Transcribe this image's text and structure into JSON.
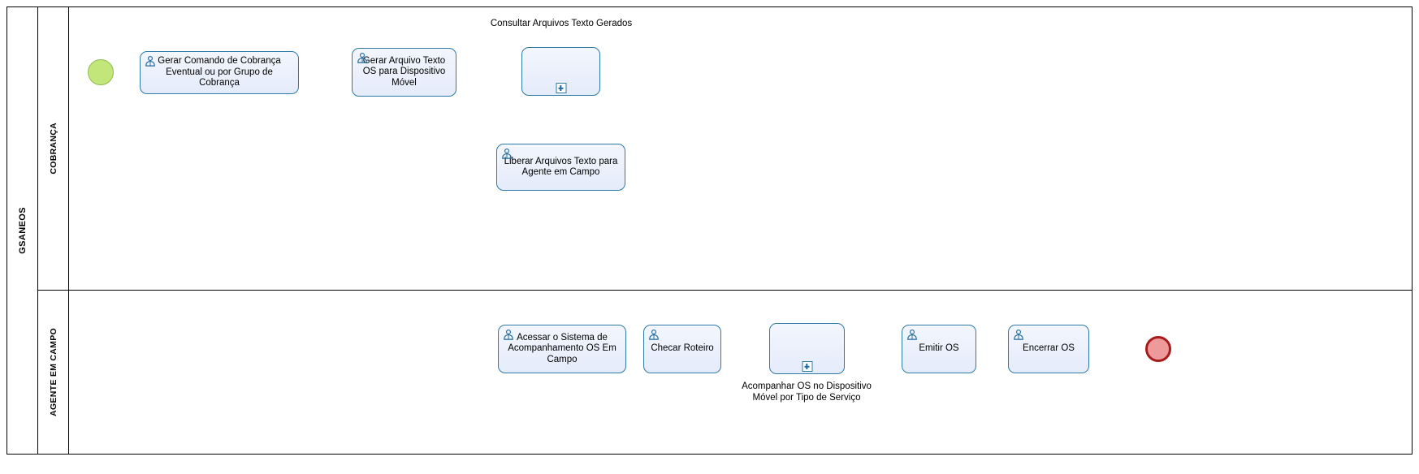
{
  "diagram": {
    "type": "bpmn-process",
    "pool": {
      "name": "GSANEOS"
    },
    "lanes": [
      {
        "id": "cobranca",
        "name": "COBRANÇA"
      },
      {
        "id": "agente",
        "name": "AGENTE EM CAMPO"
      }
    ],
    "events": [
      {
        "id": "start",
        "kind": "start-event",
        "lane": "cobranca"
      },
      {
        "id": "end",
        "kind": "end-event",
        "lane": "agente"
      }
    ],
    "tasks": [
      {
        "id": "t1",
        "lane": "cobranca",
        "kind": "user-task",
        "label": "Gerar Comando de Cobrança\nEventual ou por Grupo de Cobrança"
      },
      {
        "id": "t2",
        "lane": "cobranca",
        "kind": "user-task",
        "label": "Gerar Arquivo Texto\nOS para Dispositivo\nMóvel"
      },
      {
        "id": "t3",
        "lane": "cobranca",
        "kind": "collapsed-subprocess",
        "label": "",
        "external_label": "Consultar Arquivos Texto Gerados"
      },
      {
        "id": "t4",
        "lane": "cobranca",
        "kind": "user-task",
        "label": "Liberar Arquivos Texto para\nAgente em Campo"
      },
      {
        "id": "t5",
        "lane": "agente",
        "kind": "user-task",
        "label": "Acessar o Sistema de\nAcompanhamento OS Em\nCampo"
      },
      {
        "id": "t6",
        "lane": "agente",
        "kind": "user-task",
        "label": "Checar Roteiro"
      },
      {
        "id": "t7",
        "lane": "agente",
        "kind": "collapsed-subprocess",
        "label": "",
        "external_label": "Acompanhar OS no Dispositivo\nMóvel por Tipo de Serviço"
      },
      {
        "id": "t8",
        "lane": "agente",
        "kind": "user-task",
        "label": "Emitir OS"
      },
      {
        "id": "t9",
        "lane": "agente",
        "kind": "user-task",
        "label": "Encerrar OS"
      }
    ],
    "flows": [
      {
        "from": "start",
        "to": "t1"
      },
      {
        "from": "t1",
        "to": "t2"
      },
      {
        "from": "t2",
        "to": "t3"
      },
      {
        "from": "t3",
        "to": "t4"
      },
      {
        "from": "t4",
        "to": "t5"
      },
      {
        "from": "t5",
        "to": "t6"
      },
      {
        "from": "t6",
        "to": "t7"
      },
      {
        "from": "t7",
        "to": "t8"
      },
      {
        "from": "t8",
        "to": "t9"
      },
      {
        "from": "t9",
        "to": "end"
      }
    ],
    "colors": {
      "task_border": "#2f7aa6",
      "task_fill_top": "#f3f6fd",
      "task_fill_bottom": "#e4ebfa",
      "start_event_fill": "#c2e67a",
      "start_event_border": "#8fbd4a",
      "end_event_fill": "#ee9a9a",
      "end_event_border": "#a61c1c",
      "connector": "#000000",
      "lane_border": "#000000",
      "icon": "#1e6a9c"
    }
  }
}
